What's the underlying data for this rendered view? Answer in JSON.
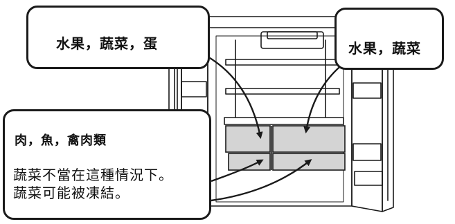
{
  "callouts": {
    "top_left": {
      "text": "水果，蔬菜，蛋"
    },
    "top_right": {
      "text": "水果，蔬菜"
    },
    "bottom_left": {
      "heading": "肉，魚，禽肉類",
      "line1": "蔬菜不當在這種情況下。",
      "line2": "蔬菜可能被凍結。"
    }
  },
  "colors": {
    "ink": "#1a1a1a",
    "drawer_fill": "#d4d4d4",
    "background": "#ffffff"
  }
}
